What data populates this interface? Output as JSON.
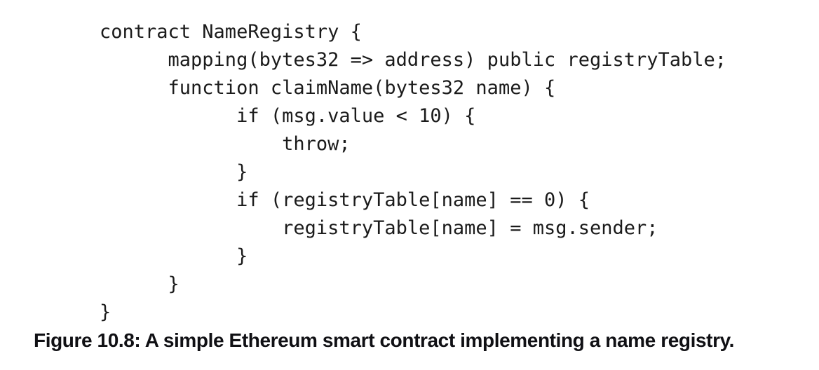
{
  "figure": {
    "code": {
      "lines": [
        "contract NameRegistry {",
        "      mapping(bytes32 => address) public registryTable;",
        "      function claimName(bytes32 name) {",
        "            if (msg.value < 10) {",
        "                throw;",
        "            }",
        "            if (registryTable[name] == 0) {",
        "                registryTable[name] = msg.sender;",
        "            }",
        "      }",
        "}"
      ]
    },
    "caption": "Figure 10.8: A simple Ethereum smart contract implementing a name registry."
  },
  "colors": {
    "background": "#ffffff",
    "code_text": "#1b1b1b",
    "caption_text": "#101014"
  }
}
